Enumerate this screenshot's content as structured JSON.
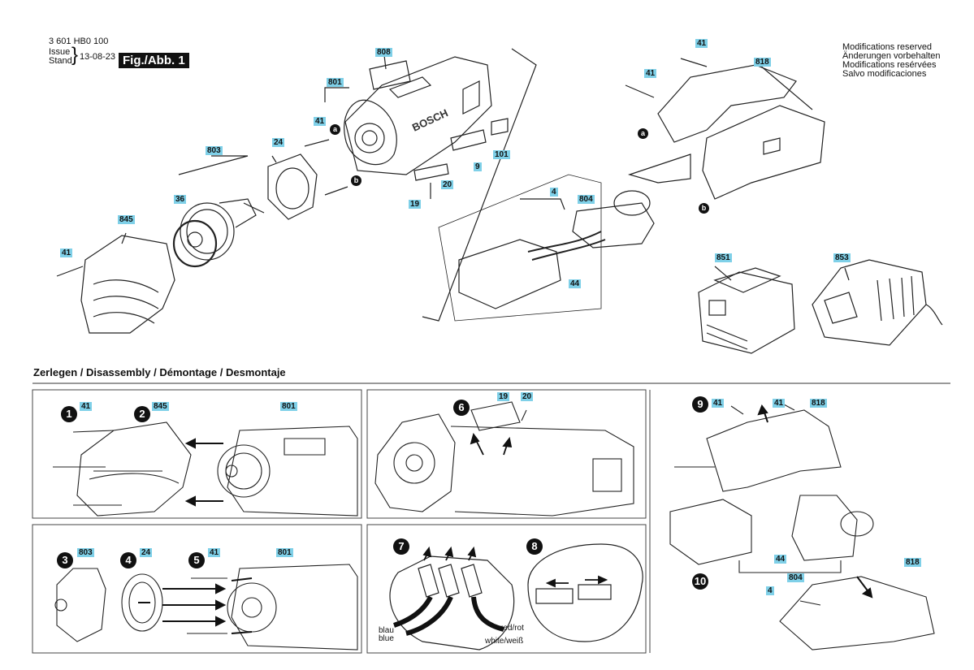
{
  "header": {
    "part_number": "3 601 HB0 100",
    "issue": "Issue",
    "stand": "Stand",
    "date": "13-08-23",
    "fig_label": "Fig./Abb. 1"
  },
  "modifications": [
    "Modifications reserved",
    "Änderungen vorbehalten",
    "Modifications resérvées",
    "Salvo modificaciones"
  ],
  "section_title": "Zerlegen / Disassembly / Démontage / Desmontaje",
  "brand": "BOSCH",
  "callouts": {
    "c808": "808",
    "c801": "801",
    "c41a": "41",
    "c101": "101",
    "c9": "9",
    "c20": "20",
    "c19": "19",
    "c803": "803",
    "c24": "24",
    "c36": "36",
    "c845": "845",
    "c41b": "41",
    "c41c": "41",
    "c41d": "41",
    "c818": "818",
    "c4": "4",
    "c804": "804",
    "c44": "44",
    "c851": "851",
    "c853": "853",
    "p1_41": "41",
    "p2_845": "845",
    "p1_801": "801",
    "p3_803": "803",
    "p4_24": "24",
    "p5_41": "41",
    "p5_801": "801",
    "p6_19": "19",
    "p6_20": "20",
    "p9_41a": "41",
    "p9_41b": "41",
    "p9_818": "818",
    "p10_44": "44",
    "p10_804": "804",
    "p10_4": "4",
    "p10_818": "818"
  },
  "steps": [
    "1",
    "2",
    "3",
    "4",
    "5",
    "6",
    "7",
    "8",
    "9",
    "10"
  ],
  "letters": {
    "a": "a",
    "b": "b"
  },
  "wires": {
    "blue": "blau\nblue",
    "blue_de": "blau",
    "blue_en": "blue",
    "red": "red/rot",
    "white": "white/weiß"
  }
}
